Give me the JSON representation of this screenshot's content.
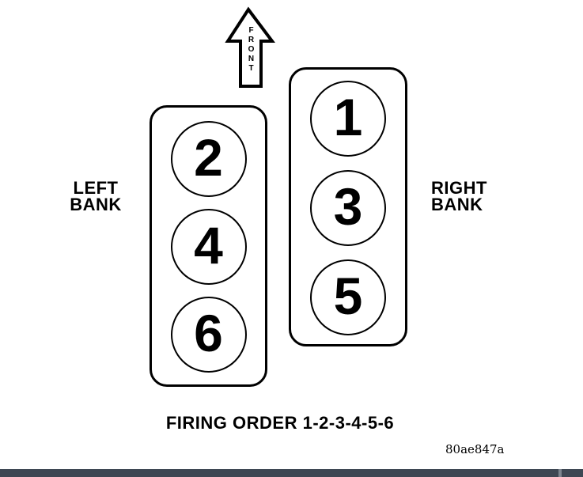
{
  "diagram": {
    "front_arrow": {
      "label": "FRONT"
    },
    "left_bank": {
      "line1": "LEFT",
      "line2": "BANK",
      "cylinders": [
        "2",
        "4",
        "6"
      ]
    },
    "right_bank": {
      "line1": "RIGHT",
      "line2": "BANK",
      "cylinders": [
        "1",
        "3",
        "5"
      ]
    },
    "caption": "FIRING ORDER 1-2-3-4-5-6",
    "figure_code": "80ae847a",
    "colors": {
      "line": "#000000",
      "background": "#ffffff",
      "bottom_bar": "#3e4753",
      "scrollbar_thumb": "#7d858f"
    }
  }
}
